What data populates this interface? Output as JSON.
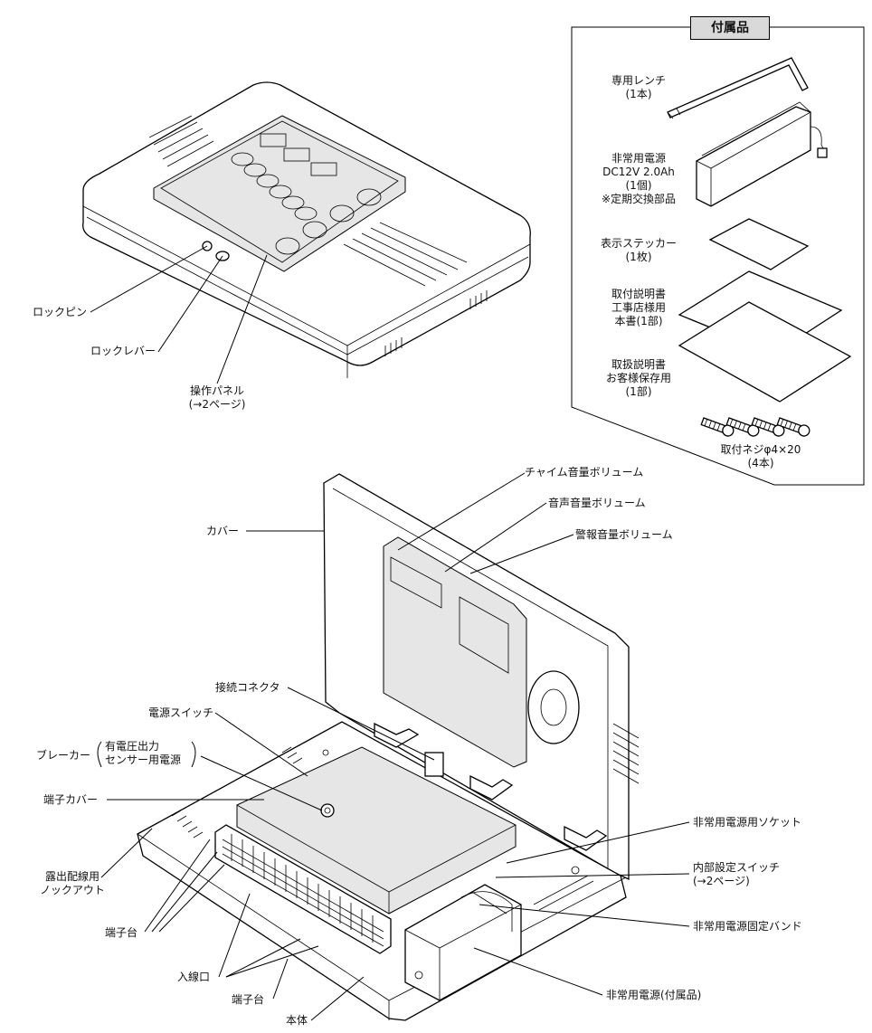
{
  "top_labels": {
    "lock_pin": "ロックピン",
    "lock_lever": "ロックレバー",
    "panel_line1": "操作パネル",
    "panel_line2": "(→2ページ)"
  },
  "accessories": {
    "title": "付属品",
    "wrench_line1": "専用レンチ",
    "wrench_line2": "(1本)",
    "battery_line1": "非常用電源",
    "battery_line2": "DC12V 2.0Ah",
    "battery_line3": "(1個)",
    "battery_line4": "※定期交換部品",
    "sticker_line1": "表示ステッカー",
    "sticker_line2": "(1枚)",
    "install_line1": "取付説明書",
    "install_line2": "工事店様用",
    "install_line3": "本書(1部)",
    "manual_line1": "取扱説明書",
    "manual_line2": "お客様保存用",
    "manual_line3": "(1部)",
    "screw_line1": "取付ネジφ4×20",
    "screw_line2": "(4本)"
  },
  "bottom_labels": {
    "chime_volume": "チャイム音量ボリューム",
    "voice_volume": "音声音量ボリューム",
    "alarm_volume": "警報音量ボリューム",
    "cover": "カバー",
    "connector": "接続コネクタ",
    "power_switch": "電源スイッチ",
    "breaker": "ブレーカー",
    "breaker_sub1": "有電圧出力",
    "breaker_sub2": "センサー用電源",
    "terminal_cover": "端子カバー",
    "knockout_line1": "露出配線用",
    "knockout_line2": "ノックアウト",
    "terminal_block_left": "端子台",
    "inlet": "入線口",
    "terminal_block_bottom": "端子台",
    "body": "本体",
    "battery_socket": "非常用電源用ソケット",
    "internal_switch_line1": "内部設定スイッチ",
    "internal_switch_line2": "(→2ページ)",
    "battery_band": "非常用電源固定バンド",
    "battery_included": "非常用電源(付属品)"
  }
}
